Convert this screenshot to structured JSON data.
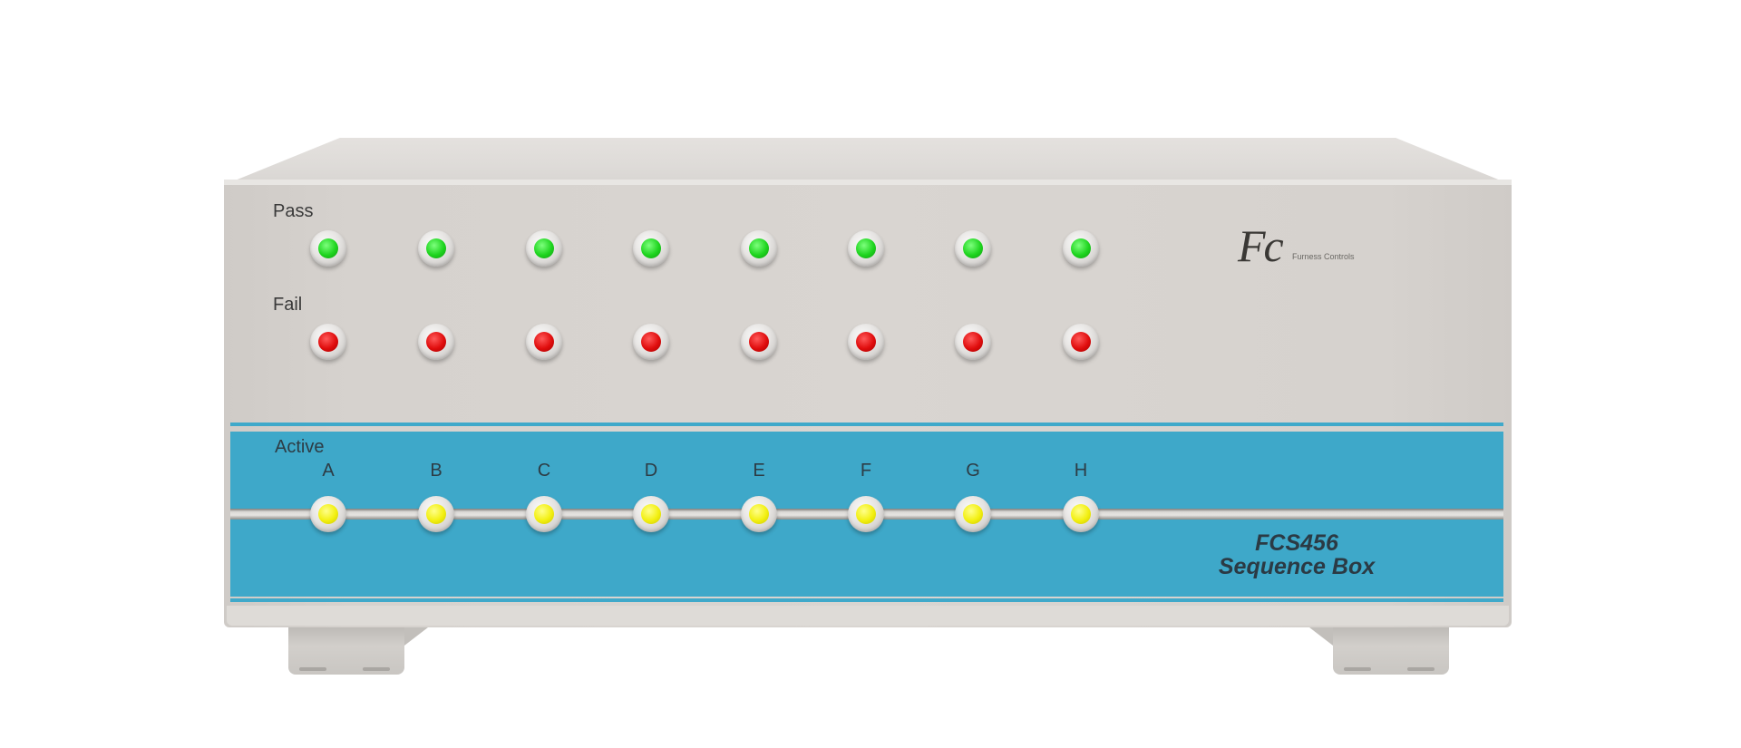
{
  "device": {
    "brand_mark": "Fc",
    "brand_name": "Furness Controls",
    "model": "FCS456",
    "product_name": "Sequence Box"
  },
  "rows": {
    "pass_label": "Pass",
    "fail_label": "Fail",
    "active_label": "Active"
  },
  "channels": [
    "A",
    "B",
    "C",
    "D",
    "E",
    "F",
    "G",
    "H"
  ],
  "indicator_states": {
    "pass": [
      "on",
      "on",
      "on",
      "on",
      "on",
      "on",
      "on",
      "on"
    ],
    "fail": [
      "on",
      "on",
      "on",
      "on",
      "on",
      "on",
      "on",
      "on"
    ],
    "active": [
      "on",
      "on",
      "on",
      "on",
      "on",
      "on",
      "on",
      "on"
    ]
  },
  "colors": {
    "pass_led": "#1ed41e",
    "fail_led": "#e00d0d",
    "active_led": "#f2ef10",
    "band": "#3ea8c9",
    "housing": "#d9d5d1"
  }
}
